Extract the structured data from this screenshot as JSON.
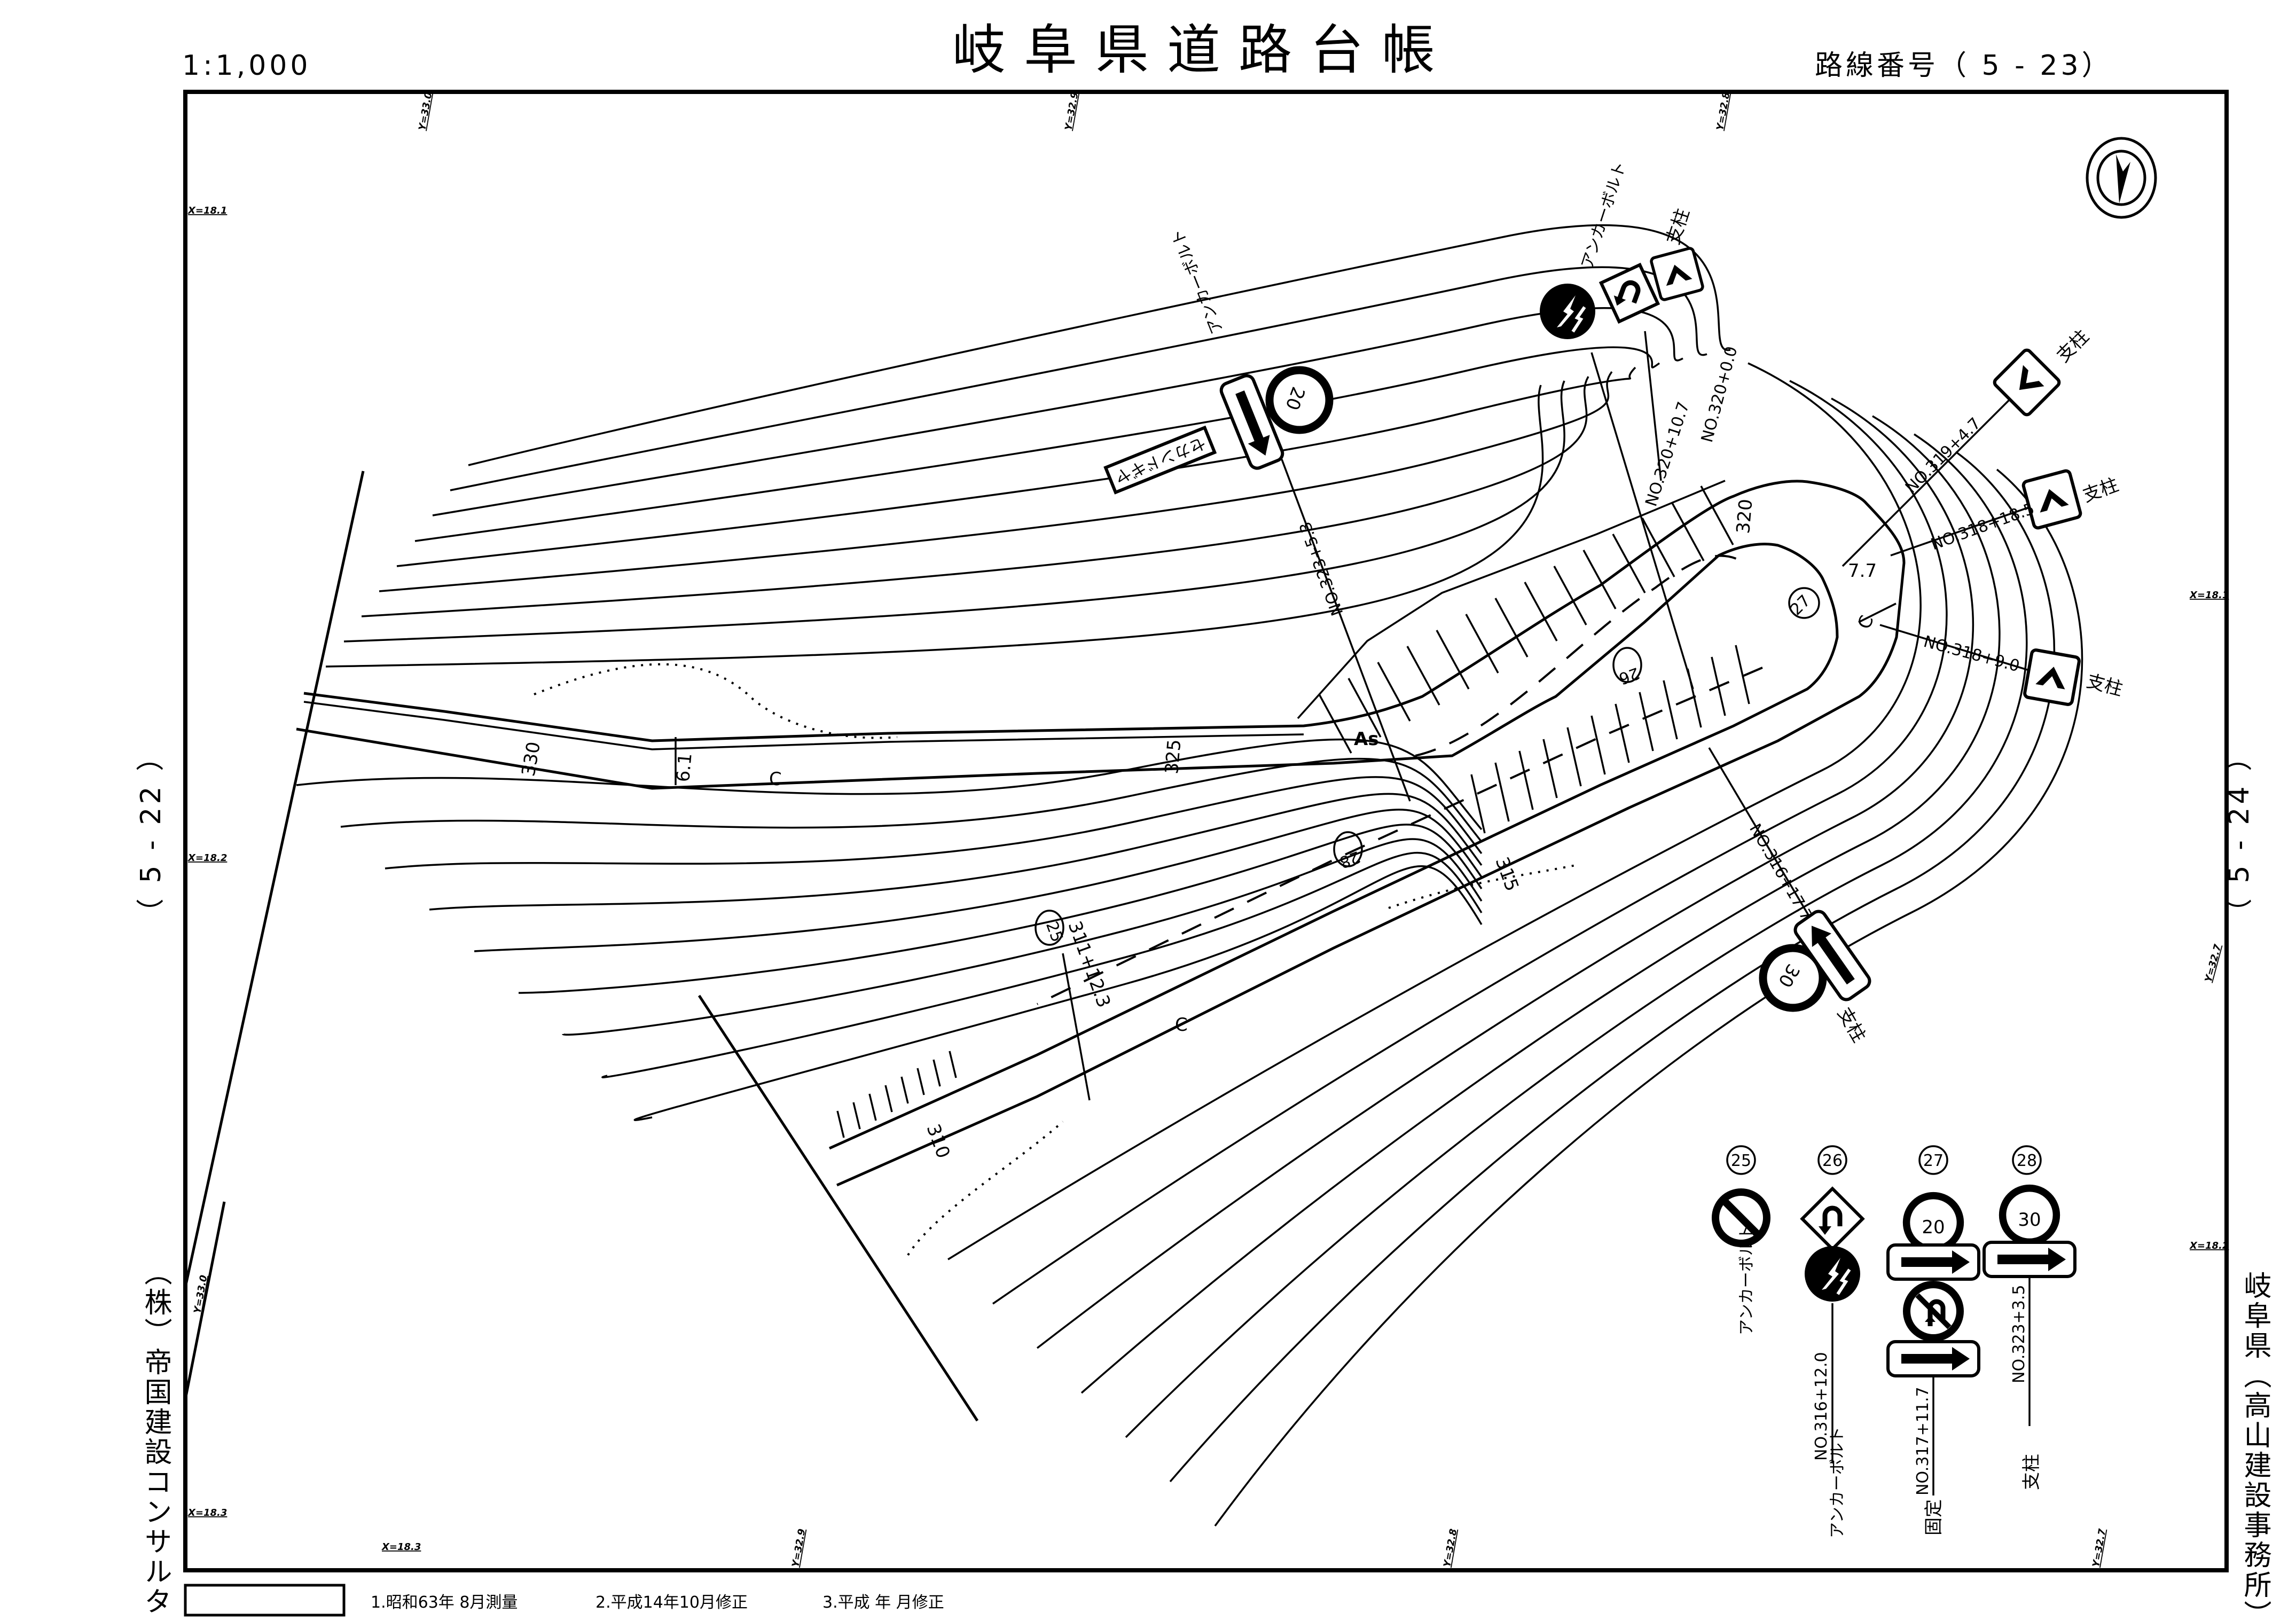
{
  "header": {
    "scale": "1:1,000",
    "title": "岐阜県道路台帳",
    "route_number": "路線番号（ 5  -  23）"
  },
  "adjacent_sheets": {
    "left": "（ 5  -  22 ）",
    "right": "（ 5  -  24 ）"
  },
  "side_credits": {
    "left": "（株）帝国建設コンサルタント",
    "right": "岐阜県（高山建設事務所）"
  },
  "grid_labels": {
    "top": [
      "Y=33.0",
      "Y=32.9",
      "Y=32.8"
    ],
    "left": [
      "X=18.1",
      "X=18.2",
      "Y=33.0",
      "X=18.3"
    ],
    "bottom": [
      "X=18.3",
      "Y=32.9",
      "Y=32.8",
      "Y=32.7"
    ],
    "right": [
      "X=18.1",
      "Y=32.7",
      "X=18.2"
    ]
  },
  "map_signs": {
    "speed20": {
      "value": "20",
      "station": "NO.323+5.3",
      "mount": "アンカーボルト",
      "sub_plate": "セカンドギヤ"
    },
    "top_cluster": {
      "mount_left": "アンカーボルト",
      "mount_right": "支柱",
      "station_a": "NO.320+10.7",
      "station_b": "NO.320+0.0"
    },
    "chevron1": {
      "station": "NO.319+4.7",
      "mount": "支柱"
    },
    "chevron2": {
      "station": "NO.318+18.5",
      "mount": "支柱"
    },
    "chevron3": {
      "station": "NO.318+9.0",
      "mount": "支柱"
    },
    "speed30": {
      "value": "30",
      "station": "NO.316+17.7",
      "mount": "支柱"
    }
  },
  "annotations": {
    "contour_330": "330",
    "contour_325": "325",
    "contour_320": "320",
    "contour_315": "315",
    "contour_310": "310",
    "width_6_1": "6.1",
    "width_7_7": "7.7",
    "surface_as": "As",
    "c1": "C",
    "c2": "C",
    "c3": "C",
    "station_311": "311+12.3",
    "ref25": "25",
    "ref26": "26",
    "ref27": "27",
    "ref28": "28"
  },
  "legend_signs": [
    {
      "ref": "25",
      "mount": "アンカーボルト"
    },
    {
      "ref": "26",
      "station": "NO.316+12.0",
      "mount": "アンカーボルト"
    },
    {
      "ref": "27",
      "speed": "20",
      "station": "NO.317+11.7",
      "mount": "固定"
    },
    {
      "ref": "28",
      "speed": "30",
      "station": "NO.323+3.5",
      "mount": "支柱"
    }
  ],
  "revisions": {
    "r1": "1.昭和63年  8月測量",
    "r2": "2.平成14年10月修正",
    "r3": "3.平成   年   月修正"
  }
}
